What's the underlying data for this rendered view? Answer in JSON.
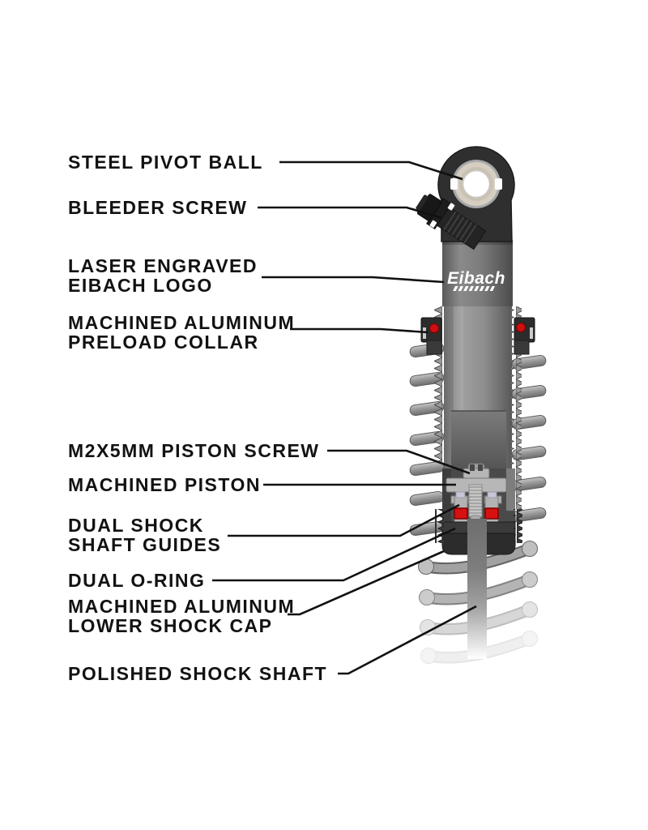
{
  "diagram": {
    "subject": "Coilover shock absorber cutaway diagram",
    "logo_text": "Eibach"
  },
  "callouts": {
    "steel_pivot_ball": {
      "line1": "STEEL PIVOT BALL"
    },
    "bleeder_screw": {
      "line1": "BLEEDER SCREW"
    },
    "laser_engraved_eibach_logo": {
      "line1": "LASER ENGRAVED",
      "line2": "EIBACH LOGO"
    },
    "machined_aluminum_preload_collar": {
      "line1": "MACHINED ALUMINUM",
      "line2": "PRELOAD COLLAR"
    },
    "m2x5mm_piston_screw": {
      "line1": "M2X5MM PISTON SCREW"
    },
    "machined_piston": {
      "line1": "MACHINED PISTON"
    },
    "dual_shock_shaft_guides": {
      "line1": "DUAL SHOCK",
      "line2": "SHAFT GUIDES"
    },
    "dual_o_ring": {
      "line1": "DUAL O-RING"
    },
    "machined_aluminum_lower_shock_cap": {
      "line1": "MACHINED ALUMINUM",
      "line2": "LOWER SHOCK CAP"
    },
    "polished_shock_shaft": {
      "line1": "POLISHED SHOCK SHAFT"
    }
  },
  "colors": {
    "background": "#ffffff",
    "label_text": "#121212",
    "leader_line": "#111111",
    "housing_dark": "#2f2f2f",
    "body_gray": "#7a7a7a",
    "pivot_ball_beige": "#d5cec1",
    "o_ring_red": "#d51111",
    "spring_gray": "#a2a2a2"
  }
}
